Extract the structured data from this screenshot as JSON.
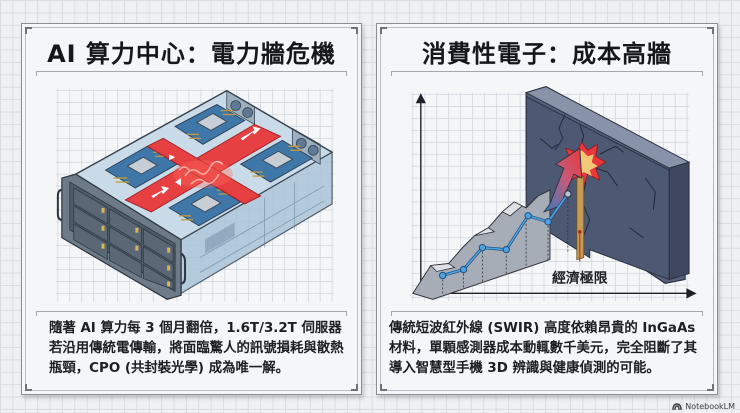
{
  "panels": [
    {
      "title": "AI 算力中心：電力牆危機",
      "illustration": "server-rack-with-overheating-electrical-signal",
      "body": "隨著 AI 算力每 3 個月翻倍，1.6T/3.2T 伺服器若沿用傳統電傳輸，將面臨驚人的訊號損耗與散熱瓶頸，CPO (共封裝光學) 成為唯一解。"
    },
    {
      "title": "消費性電子：成本高牆",
      "illustration": "rising-cost-chart-hitting-wall",
      "wall_label": "經濟極限",
      "body": "傳統短波紅外線 (SWIR) 高度依賴昂貴的 InGaAs 材料，單顆感測器成本動輒數千美元，完全阻斷了其導入智慧型手機 3D 辨識與健康偵測的可能。"
    }
  ],
  "watermark": {
    "icon": "notebooklm-logo-icon",
    "label": "NotebookLM"
  },
  "colors": {
    "background": "#eef0f3",
    "grid": "#d9dde3",
    "panel": "#f4f6f8",
    "heat_red": "#e8383b",
    "board_blue": "#3f78a8",
    "wall_slate": "#55607a",
    "chart_line": "#2f7fc1"
  }
}
